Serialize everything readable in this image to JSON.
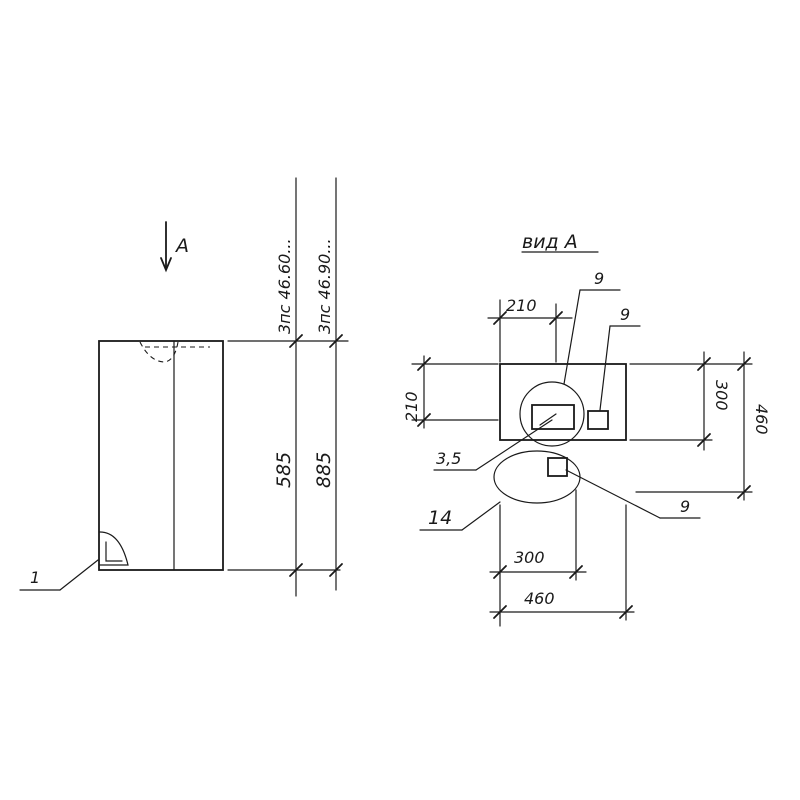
{
  "view_arrow_label": "A",
  "vertical_labels": {
    "col1": "3пс 46.60...",
    "col2": "3пс 46.90..."
  },
  "dimensions_left": {
    "h1": "585",
    "h2": "885"
  },
  "callouts_left": {
    "part1": "1"
  },
  "view_a": {
    "title": "вид А",
    "dim_210_top": "210",
    "dim_210_left": "210",
    "dim_300_right": "300",
    "dim_460_right": "460",
    "dim_300_bottom": "300",
    "dim_460_bottom": "460",
    "callout_9_a": "9",
    "callout_9_b": "9",
    "callout_9_c": "9",
    "callout_3_5": "3,5",
    "callout_14": "14"
  }
}
